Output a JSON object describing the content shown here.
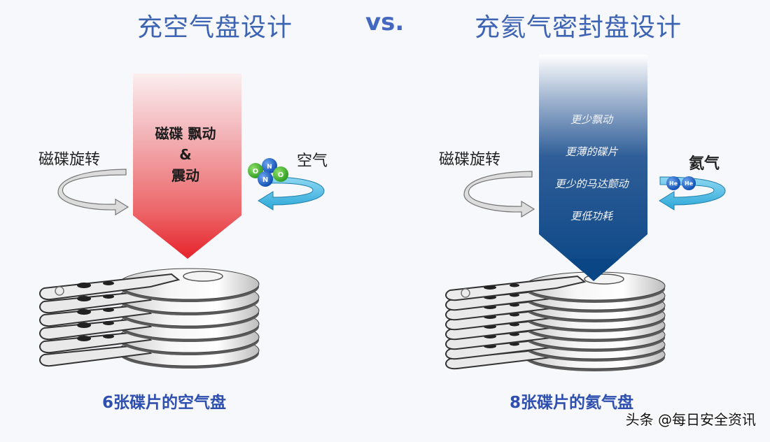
{
  "header": {
    "left_title": "充空气盘设计",
    "vs_label": "vs.",
    "right_title": "充氦气密封盘设计"
  },
  "left_panel": {
    "rotation_label": "磁碟旋转",
    "gas_label": "空气",
    "gas_molecules": [
      "O",
      "N",
      "O",
      "N"
    ],
    "arrow_text": [
      "磁碟 飘动",
      "&",
      "震动"
    ],
    "arrow_color_top": "#f6d6d8",
    "arrow_color_bottom": "#e83a3e",
    "platter_count": 6,
    "caption": "6张碟片的空气盘"
  },
  "right_panel": {
    "rotation_label": "磁碟旋转",
    "gas_label": "氦气",
    "gas_molecules": [
      "He",
      "He"
    ],
    "arrow_text": [
      "更少飘动",
      "更薄的碟片",
      "更少的马达颤动",
      "更低功耗"
    ],
    "arrow_color_top": "#ffffff",
    "arrow_color_bottom": "#0d4a8c",
    "platter_count": 8,
    "caption": "8张碟片的氦气盘"
  },
  "watermark": "头条 @每日安全资讯"
}
